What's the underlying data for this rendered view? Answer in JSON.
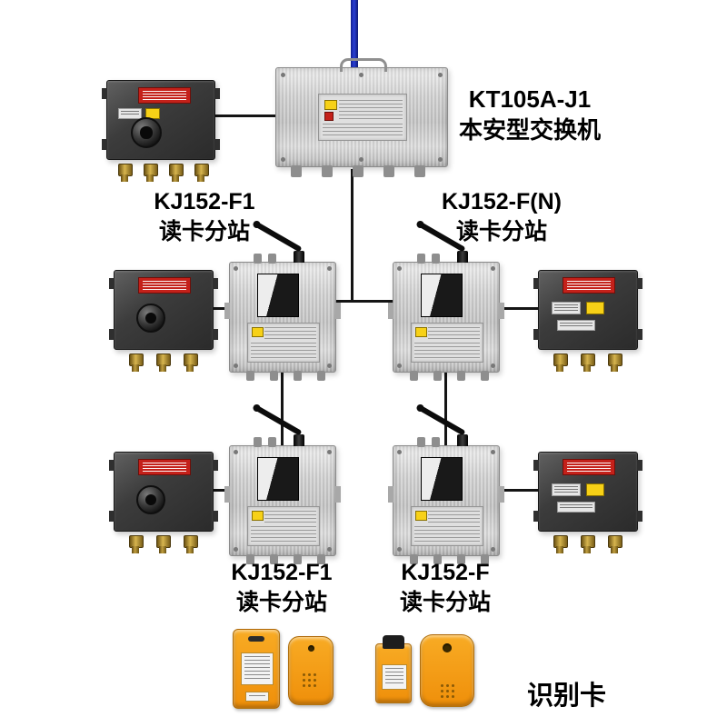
{
  "colors": {
    "cable_blue": "#2a3fd6",
    "line_black": "#141414",
    "label_red": "#c4211a",
    "mark_yellow": "#f7d117",
    "brass": "#d7b54e",
    "tag_orange": "#ef8f0a"
  },
  "switch": {
    "model": "KT105A-J1",
    "name": "本安型交换机"
  },
  "stations": [
    {
      "model": "KJ152-F1",
      "name": "读卡分站"
    },
    {
      "model": "KJ152-F(N)",
      "name": "读卡分站"
    },
    {
      "model": "KJ152-F1",
      "name": "读卡分站"
    },
    {
      "model": "KJ152-F",
      "name": "读卡分站"
    }
  ],
  "tags": {
    "label": "识别卡"
  }
}
